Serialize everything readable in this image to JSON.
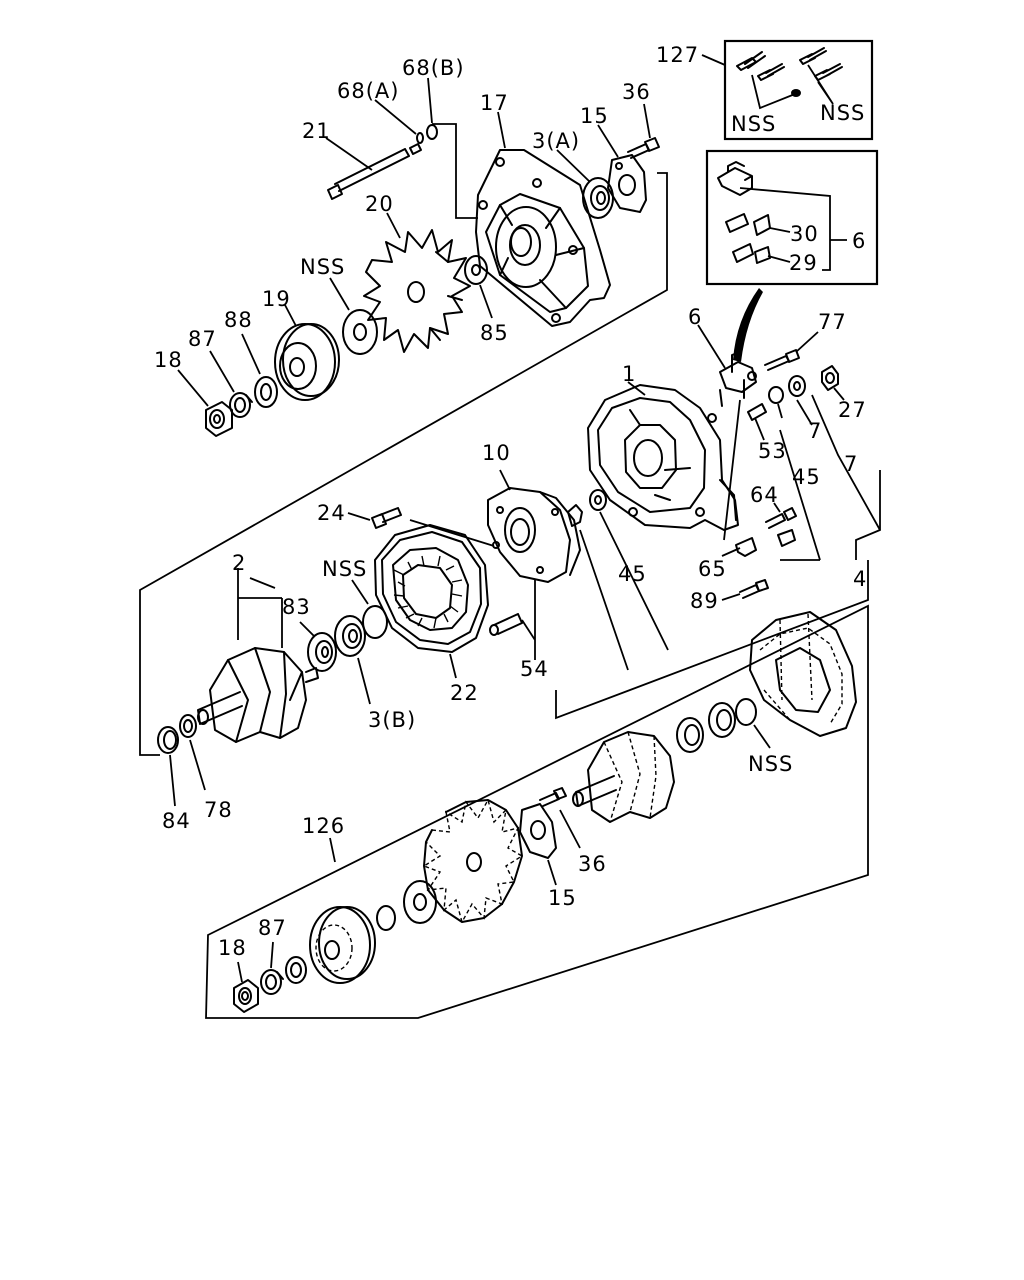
{
  "labels": {
    "p127": "127",
    "nss_127a": "NSS",
    "nss_127b": "NSS",
    "p30": "30",
    "p29": "29",
    "p6_kit": "6",
    "p68b": "68(B)",
    "p68a": "68(A)",
    "p21": "21",
    "p17": "17",
    "p3a": "3(A)",
    "p15_top": "15",
    "p36_top": "36",
    "p20": "20",
    "nss_fan": "NSS",
    "p19": "19",
    "p88": "88",
    "p87_top": "87",
    "p18_top": "18",
    "p85": "85",
    "p6": "6",
    "p77": "77",
    "p1": "1",
    "p27": "27",
    "p53": "53",
    "p45_right": "45",
    "p7a": "7",
    "p7b": "7",
    "p10": "10",
    "p24": "24",
    "p64": "64",
    "p65": "65",
    "p45_mid": "45",
    "p4": "4",
    "p89": "89",
    "p2": "2",
    "nss_mid": "NSS",
    "p83": "83",
    "p54": "54",
    "p22": "22",
    "p3b": "3(B)",
    "p84": "84",
    "p78": "78",
    "p126": "126",
    "nss_low": "NSS",
    "p36_low": "36",
    "p15_low": "15",
    "p18_low": "18",
    "p87_low": "87"
  }
}
